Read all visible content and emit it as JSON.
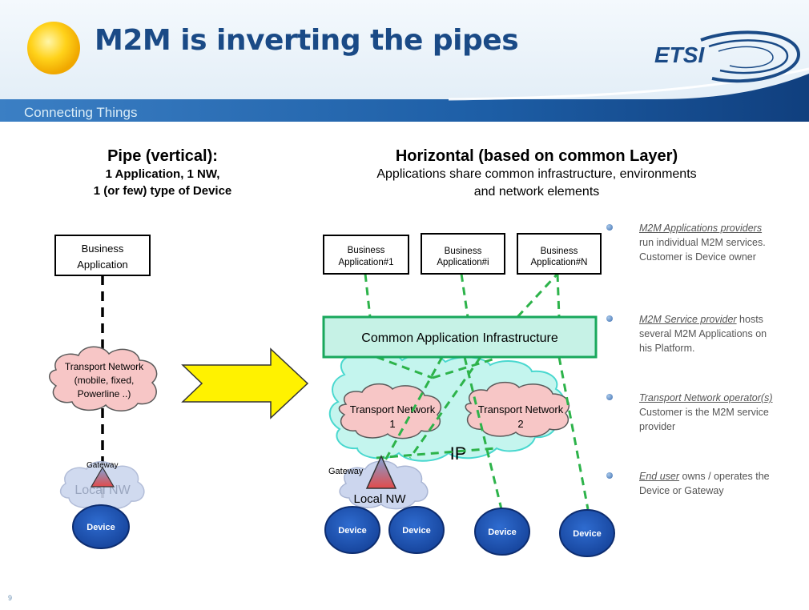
{
  "slide": {
    "title": "M2M is inverting the pipes",
    "subtitle": "Connecting Things",
    "logo_text": "ETSI",
    "page_number": "9"
  },
  "left_panel": {
    "heading": "Pipe (vertical):",
    "subheading_1": "1 Application, 1 NW,",
    "subheading_2": "1 (or few) type of Device",
    "app_box": [
      "Business",
      "Application"
    ],
    "transport": [
      "Transport Network",
      "(mobile, fixed,",
      "Powerline ..)"
    ],
    "gateway": "Gateway",
    "local_nw": "Local NW",
    "device": "Device"
  },
  "right_panel": {
    "heading": "Horizontal (based on common Layer)",
    "desc_1": "Applications share common infrastructure, environments",
    "desc_2": "and network elements",
    "apps": [
      {
        "line1": "Business",
        "line2": "Application#1"
      },
      {
        "line1": "Business",
        "line2": "Application#i"
      },
      {
        "line1": "Business",
        "line2": "Application#N"
      }
    ],
    "infra": "Common Application Infrastructure",
    "tn1": [
      "Transport Network",
      "1"
    ],
    "tn2": [
      "Transport Network",
      "2"
    ],
    "ip": "IP",
    "gateway": "Gateway",
    "local_nw": "Local NW",
    "devices": [
      "Device",
      "Device",
      "Device",
      "Device"
    ]
  },
  "bullets": [
    {
      "emph": "M2M Applications providers",
      "rest": " run individual M2M services. Customer is Device owner"
    },
    {
      "emph": "M2M Service provider",
      "rest": " hosts several M2M Applications on his Platform."
    },
    {
      "emph": "Transport Network operator(s)",
      "rest": " Customer is the M2M service provider"
    },
    {
      "emph": "End user",
      "rest": " owns / operates the Device or Gateway"
    }
  ],
  "colors": {
    "title": "#1a4a86",
    "banner": "#1e5fa8",
    "infra_fill": "#c6f2e6",
    "infra_stroke": "#19a85c",
    "dashed_green": "#2db34a",
    "transport_fill": "#f7c6c6",
    "device_fill": "#1f55b5",
    "arrow_fill": "#fff200"
  }
}
